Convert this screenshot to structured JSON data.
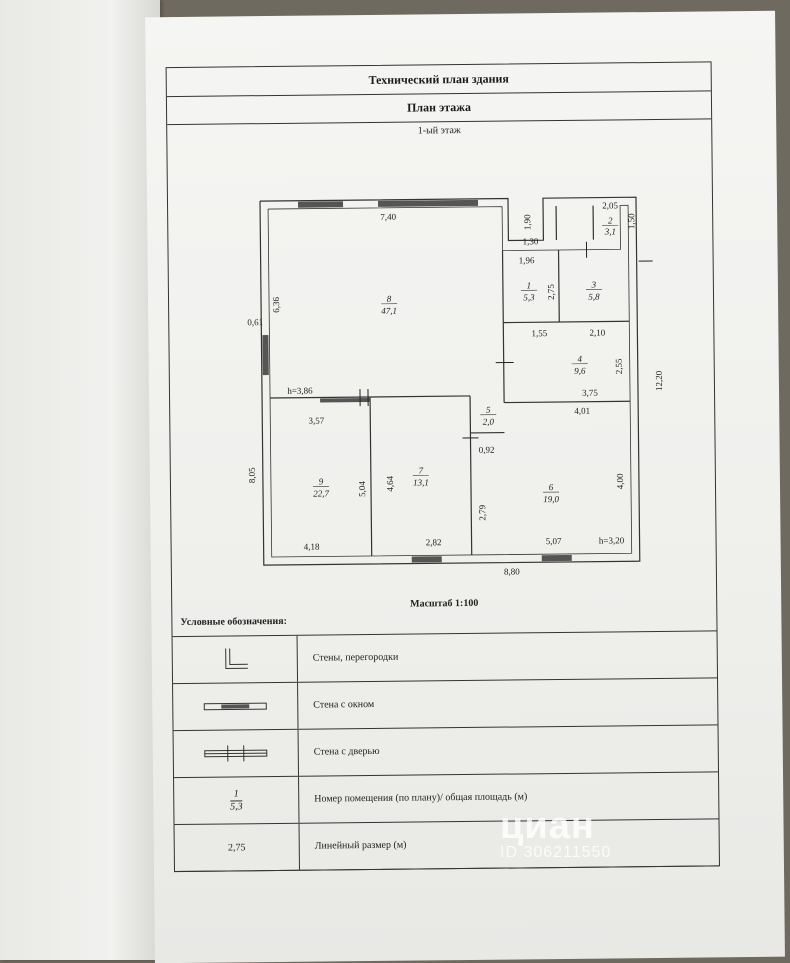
{
  "document": {
    "title": "Технический план здания",
    "subtitle": "План этажа",
    "floor": "1-ый этаж",
    "scale": "Масштаб 1:100",
    "legend_title": "Условные обозначения:"
  },
  "plan": {
    "rooms": [
      {
        "num": "8",
        "area": "47,1"
      },
      {
        "num": "1",
        "area": "5,3"
      },
      {
        "num": "2",
        "area": "3,1"
      },
      {
        "num": "3",
        "area": "5,8"
      },
      {
        "num": "4",
        "area": "9,6"
      },
      {
        "num": "5",
        "area": "2,0"
      },
      {
        "num": "6",
        "area": "19,0"
      },
      {
        "num": "7",
        "area": "13,1"
      },
      {
        "num": "9",
        "area": "22,7"
      }
    ],
    "dimensions": {
      "d740": "7,40",
      "d190": "1,90",
      "d205": "2,05",
      "d130": "1,30",
      "d150": "1,50",
      "d196": "1,96",
      "d275": "2,75",
      "d061": "0,61",
      "d636": "6,36",
      "d155": "1,55",
      "d210": "2,10",
      "d1220": "12,20",
      "h386": "h=3,86",
      "d357": "3,57",
      "d255": "2,55",
      "d375": "3,75",
      "d401": "4,01",
      "d092": "0,92",
      "d805": "8,05",
      "d504": "5,04",
      "d464": "4,64",
      "d279": "2,79",
      "d400": "4,00",
      "d418": "4,18",
      "d282": "2,82",
      "d507": "5,07",
      "h320": "h=3,20",
      "d880": "8,80"
    }
  },
  "legend": [
    {
      "symbol": "wall-symbol",
      "text": "Стены, перегородки"
    },
    {
      "symbol": "window-symbol",
      "text": "Стена с окном"
    },
    {
      "symbol": "door-symbol",
      "text": "Стена с дверью"
    },
    {
      "symbol": "room-number-symbol",
      "num": "1",
      "area": "5,3",
      "text": "Номер помещения (по плану)/ общая площадь (м)"
    },
    {
      "symbol": "dimension-symbol",
      "value": "2,75",
      "text": "Линейный размер (м)"
    }
  ],
  "watermark": {
    "logo": "циан",
    "id": "ID 306211550"
  }
}
